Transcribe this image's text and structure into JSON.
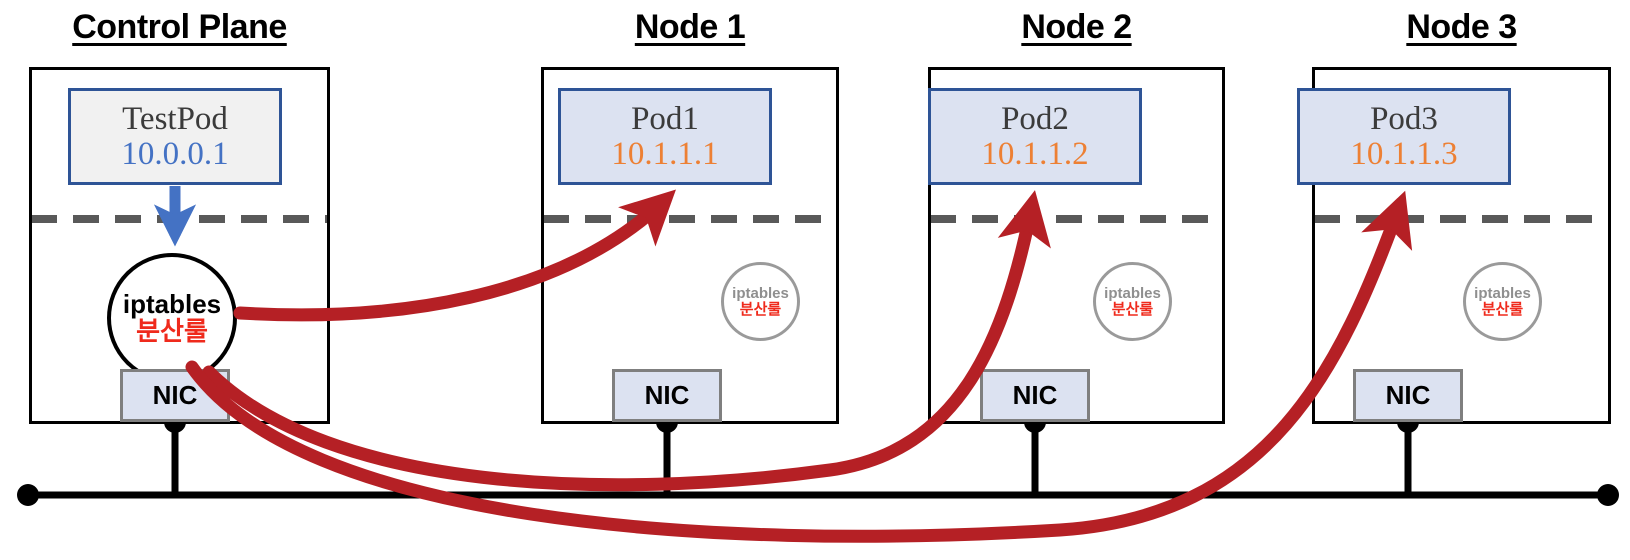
{
  "diagram": {
    "title_hidden": "",
    "colors": {
      "pod_border": "#2e5496",
      "pod_fill_worker": "#dce2f1",
      "pod_fill_control": "#f1f1f1",
      "ip_blue": "#4472c4",
      "ip_orange": "#ed8034",
      "red_rule": "#ef2a1c",
      "red_arrow": "#b52025",
      "blue_arrow": "#4472c4",
      "node_border": "#000000",
      "dashed_divider": "#595959",
      "nic_fill": "#dce2f1",
      "nic_border": "#7f7f7f",
      "inactive_circle": "#9a9a9a",
      "inactive_text": "#8f8f8f",
      "bus_line": "#000000"
    },
    "hosts": [
      {
        "id": "control-plane",
        "title": "Control Plane",
        "pod": {
          "name": "TestPod",
          "ip": "10.0.0.1",
          "ip_color": "blue",
          "fill": "control"
        },
        "iptables": {
          "line1": "iptables",
          "line2": "분산룰",
          "state": "active"
        },
        "nic": {
          "label": "NIC"
        }
      },
      {
        "id": "node-1",
        "title": "Node 1",
        "pod": {
          "name": "Pod1",
          "ip": "10.1.1.1",
          "ip_color": "orange",
          "fill": "worker"
        },
        "iptables": {
          "line1": "iptables",
          "line2": "분산룰",
          "state": "inactive"
        },
        "nic": {
          "label": "NIC"
        }
      },
      {
        "id": "node-2",
        "title": "Node 2",
        "pod": {
          "name": "Pod2",
          "ip": "10.1.1.2",
          "ip_color": "orange",
          "fill": "worker"
        },
        "iptables": {
          "line1": "iptables",
          "line2": "분산룰",
          "state": "inactive"
        },
        "nic": {
          "label": "NIC"
        }
      },
      {
        "id": "node-3",
        "title": "Node 3",
        "pod": {
          "name": "Pod3",
          "ip": "10.1.1.3",
          "ip_color": "orange",
          "fill": "worker"
        },
        "iptables": {
          "line1": "iptables",
          "line2": "분산룰",
          "state": "inactive"
        },
        "nic": {
          "label": "NIC"
        }
      }
    ],
    "flows": [
      {
        "id": "testpod-to-iptables",
        "from": "TestPod",
        "to": "iptables 분산룰",
        "color": "blue"
      },
      {
        "id": "iptables-to-pod1",
        "from": "iptables 분산룰",
        "to": "Pod1",
        "color": "red"
      },
      {
        "id": "iptables-to-pod2",
        "from": "iptables 분산룰",
        "to": "Pod2",
        "color": "red"
      },
      {
        "id": "iptables-to-pod3",
        "from": "iptables 분산룰",
        "to": "Pod3",
        "color": "red"
      }
    ],
    "network_bus": {
      "label": "",
      "endpoint_left": "dot",
      "endpoint_right": "dot"
    }
  }
}
